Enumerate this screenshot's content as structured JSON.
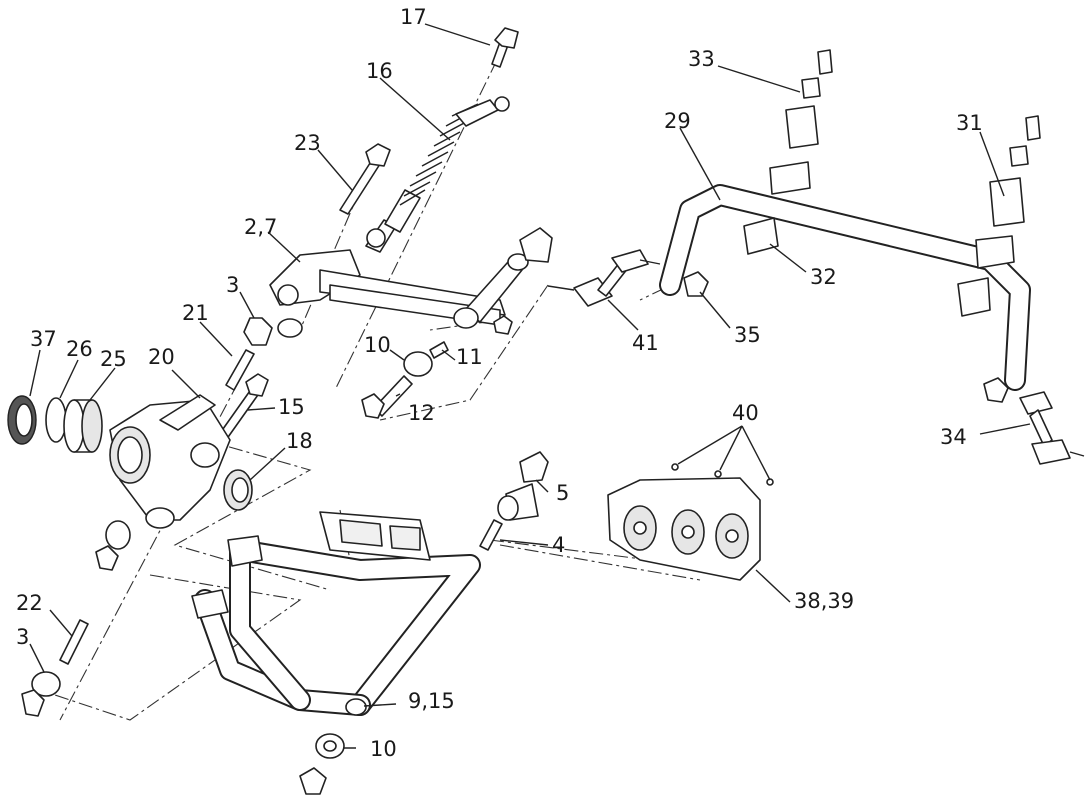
{
  "callouts": {
    "c17": "17",
    "c16": "16",
    "c23": "23",
    "c27": "2,7",
    "c3a": "3",
    "c21": "21",
    "c37": "37",
    "c26": "26",
    "c25": "25",
    "c20": "20",
    "c15a": "15",
    "c18": "18",
    "c10a": "10",
    "c11": "11",
    "c12": "12",
    "c41": "41",
    "c35": "35",
    "c33": "33",
    "c29": "29",
    "c31": "31",
    "c32": "32",
    "c34": "34",
    "c40": "40",
    "c5": "5",
    "c4": "4",
    "c3839": "38,39",
    "c22": "22",
    "c3b": "3",
    "c915": "9,15",
    "c10b": "10"
  }
}
